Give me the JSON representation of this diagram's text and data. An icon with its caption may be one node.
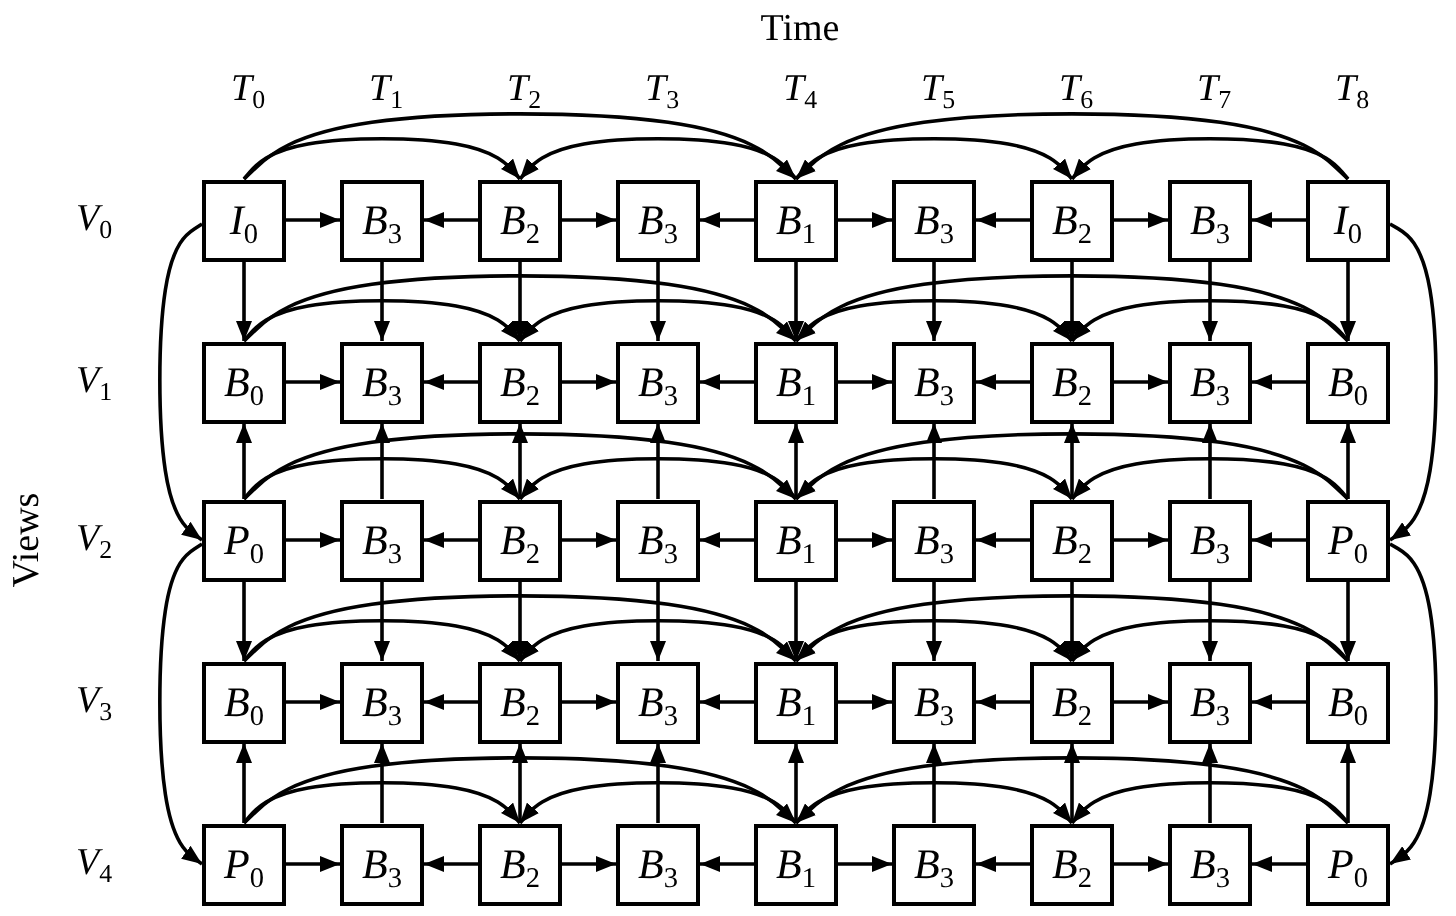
{
  "diagram": {
    "nodes": [
      {
        "text": [
          "*I*$_{0}$"
        ]
      },
      {
        "text": [
          "*B*$_{3}$"
        ]
      },
      {
        "text": [
          "*B*$_{2}$"
        ]
      },
      {
        "text": [
          "*B*$_{3}$"
        ]
      },
      {
        "text": [
          "*B*$_{1}$"
        ]
      },
      {
        "text": [
          "*B*$_{3}$"
        ]
      },
      {
        "text": [
          "*B*$_{2}$"
        ]
      },
      {
        "text": [
          "*B*$_{3}$"
        ]
      },
      {
        "text": [
          "*I*$_{0}$"
        ]
      },
      {
        "text": [
          "*B*$_{0}$"
        ]
      },
      {
        "text": [
          "*B*$_{3}$"
        ]
      },
      {
        "text": [
          "*B*$_{2}$"
        ]
      },
      {
        "text": [
          "*B*$_{3}$"
        ]
      },
      {
        "text": [
          "*B*$_{1}$"
        ]
      },
      {
        "text": [
          "*B*$_{3}$"
        ]
      },
      {
        "text": [
          "*B*$_{2}$"
        ]
      },
      {
        "text": [
          "*B*$_{3}$"
        ]
      },
      {
        "text": [
          "*B*$_{0}$"
        ]
      },
      {
        "text": [
          "*P*$_{0}$"
        ]
      },
      {
        "text": [
          "*B*$_{3}$"
        ]
      },
      {
        "text": [
          "*B*$_{2}$"
        ]
      },
      {
        "text": [
          "*B*$_{3}$"
        ]
      },
      {
        "text": [
          "*B*$_{1}$"
        ]
      },
      {
        "text": [
          "*B*$_{3}$"
        ]
      },
      {
        "text": [
          "*B*$_{2}$"
        ]
      },
      {
        "text": [
          "*B*$_{3}$"
        ]
      },
      {
        "text": [
          "*P*$_{0}$"
        ]
      },
      {
        "text": [
          "*B*$_{0}$"
        ]
      },
      {
        "text": [
          "*B*$_{3}$"
        ]
      },
      {
        "text": [
          "*B*$_{2}$"
        ]
      },
      {
        "text": [
          "*B*$_{3}$"
        ]
      },
      {
        "text": [
          "*B*$_{1}$"
        ]
      },
      {
        "text": [
          "*B*$_{3}$"
        ]
      },
      {
        "text": [
          "*B*$_{2}$"
        ]
      },
      {
        "text": [
          "*B*$_{3}$"
        ]
      },
      {
        "text": [
          "*B*$_{0}$"
        ]
      },
      {
        "text": [
          "*P*$_{0}$"
        ]
      },
      {
        "text": [
          "*B*$_{3}$"
        ]
      },
      {
        "text": [
          "*B*$_{2}$"
        ]
      },
      {
        "text": [
          "*B*$_{3}$"
        ]
      },
      {
        "text": [
          "*B*$_{1}$"
        ]
      },
      {
        "text": [
          "*B*$_{3}$"
        ]
      },
      {
        "text": [
          "*B*$_{2}$"
        ]
      },
      {
        "text": [
          "*B*$_{3}$"
        ]
      },
      {
        "text": [
          "*P*$_{0}$"
        ]
      }
    ],
    "edges": [
      {
        "from": 0,
        "to": 1,
        "arrow": "to"
      },
      {
        "from": 2,
        "to": 1,
        "arrow": "to"
      },
      {
        "from": 2,
        "to": 3,
        "arrow": "to"
      },
      {
        "from": 4,
        "to": 3,
        "arrow": "to"
      },
      {
        "from": 4,
        "to": 5,
        "arrow": "to"
      },
      {
        "from": 6,
        "to": 5,
        "arrow": "to"
      },
      {
        "from": 6,
        "to": 7,
        "arrow": "to"
      },
      {
        "from": 8,
        "to": 7,
        "arrow": "to"
      },
      {
        "from": 0,
        "to": 4,
        "arrow": "to"
      },
      {
        "from": 8,
        "to": 4,
        "arrow": "to"
      },
      {
        "from": 0,
        "to": 2,
        "arrow": "to"
      },
      {
        "from": 4,
        "to": 2,
        "arrow": "to"
      },
      {
        "from": 4,
        "to": 6,
        "arrow": "to"
      },
      {
        "from": 8,
        "to": 6,
        "arrow": "to"
      },
      {
        "from": 9,
        "to": 10,
        "arrow": "to"
      },
      {
        "from": 11,
        "to": 10,
        "arrow": "to"
      },
      {
        "from": 11,
        "to": 12,
        "arrow": "to"
      },
      {
        "from": 13,
        "to": 12,
        "arrow": "to"
      },
      {
        "from": 13,
        "to": 14,
        "arrow": "to"
      },
      {
        "from": 15,
        "to": 14,
        "arrow": "to"
      },
      {
        "from": 15,
        "to": 16,
        "arrow": "to"
      },
      {
        "from": 17,
        "to": 16,
        "arrow": "to"
      },
      {
        "from": 9,
        "to": 13,
        "arrow": "to"
      },
      {
        "from": 17,
        "to": 13,
        "arrow": "to"
      },
      {
        "from": 9,
        "to": 11,
        "arrow": "to"
      },
      {
        "from": 13,
        "to": 11,
        "arrow": "to"
      },
      {
        "from": 13,
        "to": 15,
        "arrow": "to"
      },
      {
        "from": 17,
        "to": 15,
        "arrow": "to"
      },
      {
        "from": 18,
        "to": 19,
        "arrow": "to"
      },
      {
        "from": 20,
        "to": 19,
        "arrow": "to"
      },
      {
        "from": 20,
        "to": 21,
        "arrow": "to"
      },
      {
        "from": 22,
        "to": 21,
        "arrow": "to"
      },
      {
        "from": 22,
        "to": 23,
        "arrow": "to"
      },
      {
        "from": 24,
        "to": 23,
        "arrow": "to"
      },
      {
        "from": 24,
        "to": 25,
        "arrow": "to"
      },
      {
        "from": 26,
        "to": 25,
        "arrow": "to"
      },
      {
        "from": 18,
        "to": 22,
        "arrow": "to"
      },
      {
        "from": 26,
        "to": 22,
        "arrow": "to"
      },
      {
        "from": 18,
        "to": 20,
        "arrow": "to"
      },
      {
        "from": 22,
        "to": 20,
        "arrow": "to"
      },
      {
        "from": 22,
        "to": 24,
        "arrow": "to"
      },
      {
        "from": 26,
        "to": 24,
        "arrow": "to"
      },
      {
        "from": 27,
        "to": 28,
        "arrow": "to"
      },
      {
        "from": 29,
        "to": 28,
        "arrow": "to"
      },
      {
        "from": 29,
        "to": 30,
        "arrow": "to"
      },
      {
        "from": 31,
        "to": 30,
        "arrow": "to"
      },
      {
        "from": 31,
        "to": 32,
        "arrow": "to"
      },
      {
        "from": 33,
        "to": 32,
        "arrow": "to"
      },
      {
        "from": 33,
        "to": 34,
        "arrow": "to"
      },
      {
        "from": 35,
        "to": 34,
        "arrow": "to"
      },
      {
        "from": 27,
        "to": 31,
        "arrow": "to"
      },
      {
        "from": 35,
        "to": 31,
        "arrow": "to"
      },
      {
        "from": 27,
        "to": 29,
        "arrow": "to"
      },
      {
        "from": 31,
        "to": 29,
        "arrow": "to"
      },
      {
        "from": 31,
        "to": 33,
        "arrow": "to"
      },
      {
        "from": 35,
        "to": 33,
        "arrow": "to"
      },
      {
        "from": 36,
        "to": 37,
        "arrow": "to"
      },
      {
        "from": 38,
        "to": 37,
        "arrow": "to"
      },
      {
        "from": 38,
        "to": 39,
        "arrow": "to"
      },
      {
        "from": 40,
        "to": 39,
        "arrow": "to"
      },
      {
        "from": 40,
        "to": 41,
        "arrow": "to"
      },
      {
        "from": 42,
        "to": 41,
        "arrow": "to"
      },
      {
        "from": 42,
        "to": 43,
        "arrow": "to"
      },
      {
        "from": 44,
        "to": 43,
        "arrow": "to"
      },
      {
        "from": 36,
        "to": 40,
        "arrow": "to"
      },
      {
        "from": 44,
        "to": 40,
        "arrow": "to"
      },
      {
        "from": 36,
        "to": 38,
        "arrow": "to"
      },
      {
        "from": 40,
        "to": 38,
        "arrow": "to"
      },
      {
        "from": 40,
        "to": 42,
        "arrow": "to"
      },
      {
        "from": 44,
        "to": 42,
        "arrow": "to"
      },
      {
        "from": 0,
        "to": 9,
        "arrow": "to"
      },
      {
        "from": 1,
        "to": 10,
        "arrow": "to"
      },
      {
        "from": 2,
        "to": 11,
        "arrow": "to"
      },
      {
        "from": 3,
        "to": 12,
        "arrow": "to"
      },
      {
        "from": 4,
        "to": 13,
        "arrow": "to"
      },
      {
        "from": 5,
        "to": 14,
        "arrow": "to"
      },
      {
        "from": 6,
        "to": 15,
        "arrow": "to"
      },
      {
        "from": 7,
        "to": 16,
        "arrow": "to"
      },
      {
        "from": 8,
        "to": 17,
        "arrow": "to"
      },
      {
        "from": 18,
        "to": 9,
        "arrow": "to"
      },
      {
        "from": 19,
        "to": 10,
        "arrow": "to"
      },
      {
        "from": 20,
        "to": 11,
        "arrow": "to"
      },
      {
        "from": 21,
        "to": 12,
        "arrow": "to"
      },
      {
        "from": 22,
        "to": 13,
        "arrow": "to"
      },
      {
        "from": 23,
        "to": 14,
        "arrow": "to"
      },
      {
        "from": 24,
        "to": 15,
        "arrow": "to"
      },
      {
        "from": 25,
        "to": 16,
        "arrow": "to"
      },
      {
        "from": 26,
        "to": 17,
        "arrow": "to"
      },
      {
        "from": 18,
        "to": 27,
        "arrow": "to"
      },
      {
        "from": 19,
        "to": 28,
        "arrow": "to"
      },
      {
        "from": 20,
        "to": 29,
        "arrow": "to"
      },
      {
        "from": 21,
        "to": 30,
        "arrow": "to"
      },
      {
        "from": 22,
        "to": 31,
        "arrow": "to"
      },
      {
        "from": 23,
        "to": 32,
        "arrow": "to"
      },
      {
        "from": 24,
        "to": 33,
        "arrow": "to"
      },
      {
        "from": 25,
        "to": 34,
        "arrow": "to"
      },
      {
        "from": 26,
        "to": 35,
        "arrow": "to"
      },
      {
        "from": 36,
        "to": 27,
        "arrow": "to"
      },
      {
        "from": 37,
        "to": 28,
        "arrow": "to"
      },
      {
        "from": 38,
        "to": 29,
        "arrow": "to"
      },
      {
        "from": 39,
        "to": 30,
        "arrow": "to"
      },
      {
        "from": 40,
        "to": 31,
        "arrow": "to"
      },
      {
        "from": 41,
        "to": 32,
        "arrow": "to"
      },
      {
        "from": 42,
        "to": 33,
        "arrow": "to"
      },
      {
        "from": 43,
        "to": 34,
        "arrow": "to"
      },
      {
        "from": 44,
        "to": 35,
        "arrow": "to"
      },
      {
        "from": 0,
        "to": 18,
        "arrow": "to"
      },
      {
        "from": 8,
        "to": 26,
        "arrow": "to"
      },
      {
        "from": 18,
        "to": 36,
        "arrow": "to"
      },
      {
        "from": 26,
        "to": 44,
        "arrow": "to"
      }
    ],
    "labels": [
      "Time",
      "*T*$_{0}$",
      "*T*$_{1}$",
      "*T*$_{2}$",
      "*T*$_{3}$",
      "*T*$_{4}$",
      "*T*$_{5}$",
      "*T*$_{6}$",
      "*T*$_{7}$",
      "*T*$_{8}$",
      "*V*$_{0}$",
      "*V*$_{1}$",
      "*V*$_{2}$",
      "*V*$_{3}$",
      "*V*$_{4}$",
      "Views"
    ]
  }
}
